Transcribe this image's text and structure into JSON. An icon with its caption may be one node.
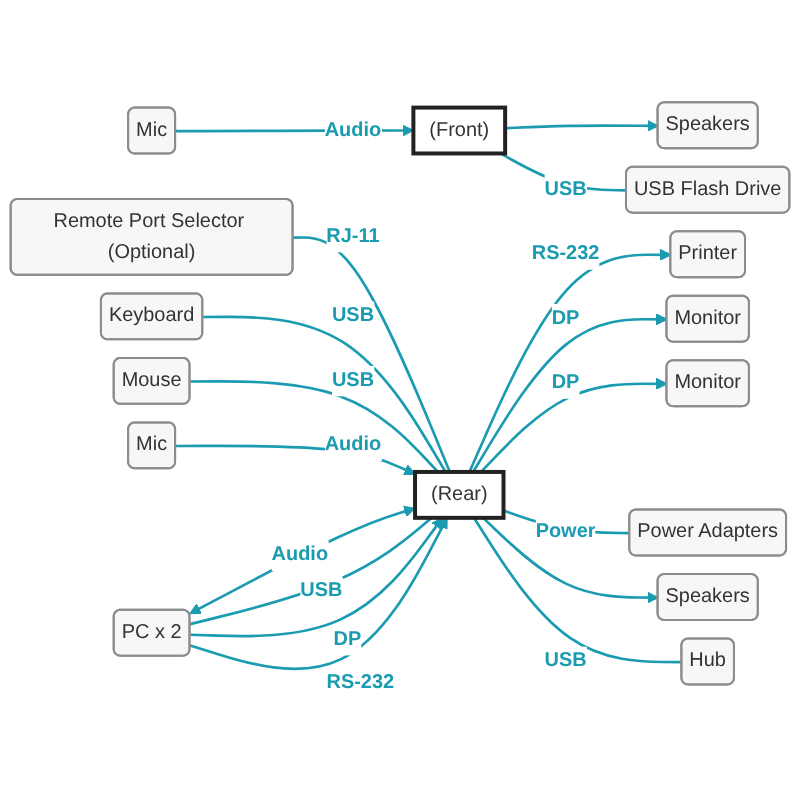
{
  "diagram": {
    "nodes": [
      {
        "text": [
          "(Front)"
        ]
      },
      {
        "text": [
          "Mic"
        ]
      },
      {
        "text": [
          "Speakers"
        ]
      },
      {
        "text": [
          "USB Flash Drive"
        ]
      },
      {
        "text": [
          "Remote Port Selector (Optional)"
        ]
      },
      {
        "text": [
          "Keyboard"
        ]
      },
      {
        "text": [
          "Mouse"
        ]
      },
      {
        "text": [
          "Printer"
        ]
      },
      {
        "text": [
          "Monitor"
        ]
      },
      {
        "text": [
          "Monitor"
        ]
      },
      {
        "text": [
          "(Rear)"
        ]
      },
      {
        "text": [
          "Power Adapters"
        ]
      },
      {
        "text": [
          "Mic"
        ]
      },
      {
        "text": [
          "Speakers"
        ]
      },
      {
        "text": [
          "Hub"
        ]
      },
      {
        "text": [
          "PC x 2"
        ]
      }
    ],
    "edges": [
      {
        "from": 1,
        "to": 0,
        "arrow": "to",
        "label": "Audio"
      },
      {
        "from": 0,
        "to": 2,
        "arrow": "to"
      },
      {
        "from": 0,
        "to": 3,
        "arrow": "none",
        "label": "USB"
      },
      {
        "from": 4,
        "to": 10,
        "arrow": "none",
        "label": "RJ-11"
      },
      {
        "from": 5,
        "to": 10,
        "arrow": "none",
        "label": "USB"
      },
      {
        "from": 6,
        "to": 10,
        "arrow": "none",
        "label": "USB"
      },
      {
        "from": 10,
        "to": 7,
        "arrow": "to",
        "label": "RS-232"
      },
      {
        "from": 10,
        "to": 8,
        "arrow": "to",
        "label": "DP"
      },
      {
        "from": 10,
        "to": 9,
        "arrow": "to",
        "label": "DP"
      },
      {
        "from": 10,
        "to": 11,
        "arrow": "none",
        "label": "Power"
      },
      {
        "from": 12,
        "to": 10,
        "arrow": "to",
        "label": "Audio"
      },
      {
        "from": 10,
        "to": 13,
        "arrow": "to"
      },
      {
        "from": 10,
        "to": 14,
        "arrow": "none",
        "label": "USB"
      },
      {
        "from": 15,
        "to": 10,
        "arrow": "both",
        "label": "Audio"
      },
      {
        "from": 15,
        "to": 10,
        "arrow": "none",
        "label": "USB"
      },
      {
        "from": 15,
        "to": 10,
        "arrow": "to",
        "label": "DP"
      },
      {
        "from": 15,
        "to": 10,
        "arrow": "to",
        "label": "RS-232"
      }
    ]
  }
}
